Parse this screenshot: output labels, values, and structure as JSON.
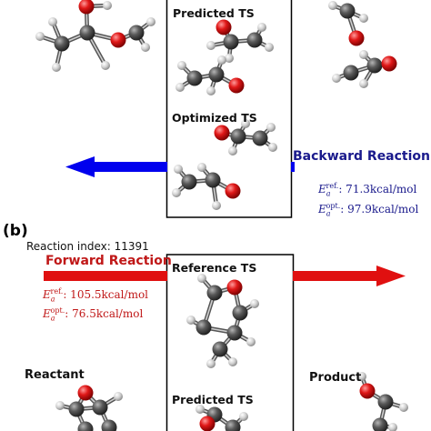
{
  "panel_b_label": "(b)",
  "top_panel": {
    "predicted_ts_label": "Predicted TS",
    "optimized_ts_label": "Optimized TS",
    "backward_reaction_label": "Backward Reaction",
    "ea_ref_label": "E",
    "ea_ref_sub": "a",
    "ea_ref_sup": "ref.",
    "ea_ref_value": ": 71.3kcal/mol",
    "ea_opt_label": "E",
    "ea_opt_sub": "a",
    "ea_opt_sup": "opt.",
    "ea_opt_value": ": 97.9kcal/mol"
  },
  "bottom_panel": {
    "reaction_index": "Reaction index: 11391",
    "forward_reaction_label": "Forward Reaction",
    "ea_ref_label": "E",
    "ea_ref_sub": "a",
    "ea_ref_sup": "ref.",
    "ea_ref_value": ": 105.5kcal/mol",
    "ea_opt_label": "E",
    "ea_opt_sub": "a",
    "ea_opt_sup": "opt.",
    "ea_opt_value": ": 76.5kcal/mol",
    "reference_ts_label": "Reference TS",
    "predicted_ts_label": "Predicted TS",
    "reactant_label": "Reactant",
    "product_label": "Product"
  },
  "colors": {
    "backward_arrow": "#0000ee",
    "backward_text": "#1a1a8c",
    "forward_arrow": "#e01010",
    "forward_text": "#c01818",
    "carbon": "#555555",
    "hydrogen": "#d8d8d8",
    "oxygen": "#e01818"
  }
}
